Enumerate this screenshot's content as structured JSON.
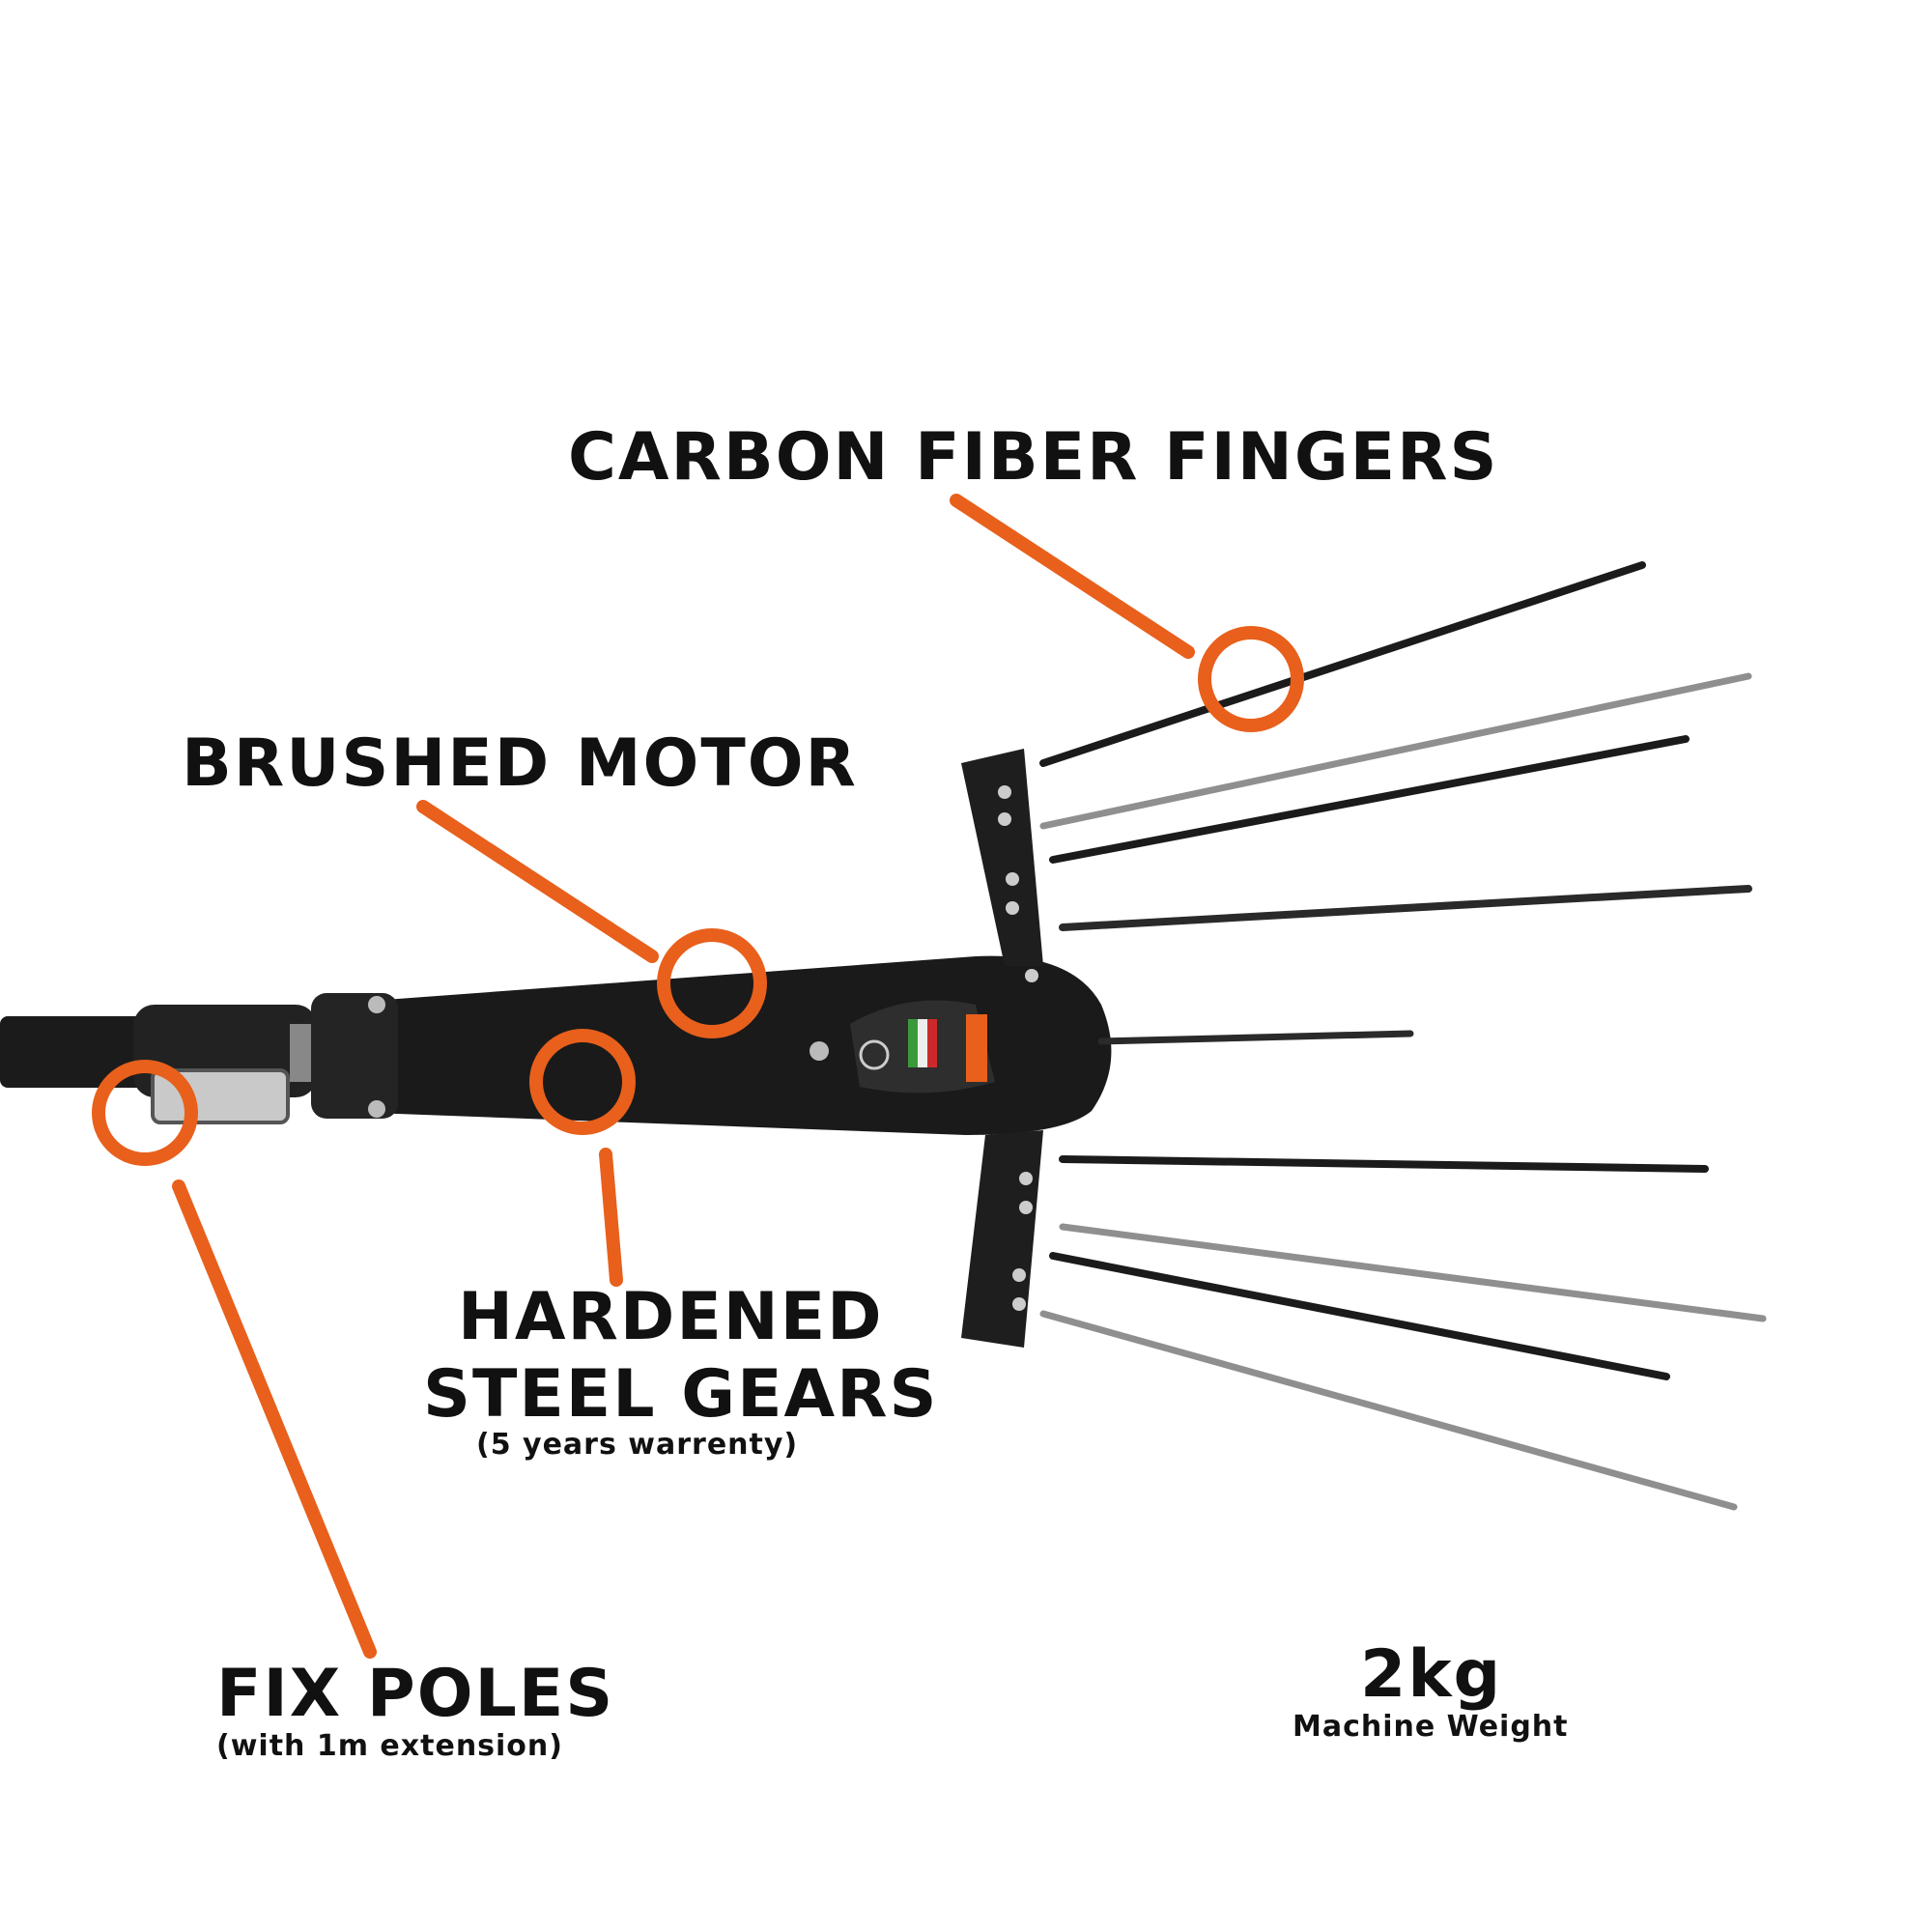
{
  "colors": {
    "accent": "#E8601C",
    "text": "#111111",
    "tool_body": "#1a1a1a",
    "background": "#ffffff"
  },
  "callouts": {
    "carbon_fingers": {
      "title": "CARBON FIBER FINGERS"
    },
    "brushed_motor": {
      "title": "BRUSHED MOTOR"
    },
    "steel_gears": {
      "title_line1": "HARDENED",
      "title_line2": "STEEL GEARS",
      "note": "(5 years warrenty)"
    },
    "fix_poles": {
      "title": "FIX POLES",
      "note": "(with 1m extension)"
    },
    "weight": {
      "value": "2kg",
      "caption": "Machine Weight"
    }
  }
}
